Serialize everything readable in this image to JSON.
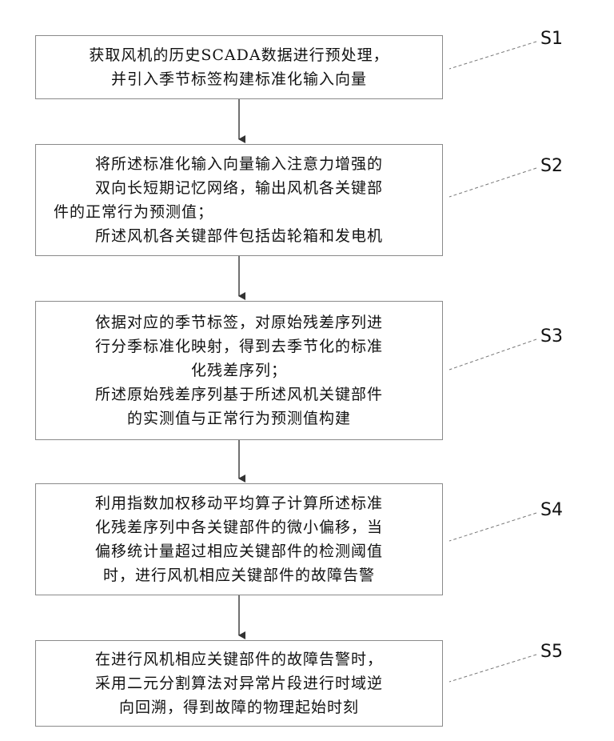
{
  "steps": [
    {
      "label": "S1",
      "lines": [
        "获取风机的历史SCADA数据进行预处理，",
        "并引入季节标签构建标准化输入向量"
      ]
    },
    {
      "label": "S2",
      "lines": [
        "将所述标准化输入向量输入注意力增强的",
        "双向长短期记忆网络，输出风机各关键部",
        "件的正常行为预测值；",
        "所述风机各关键部件包括齿轮箱和发电机"
      ]
    },
    {
      "label": "S3",
      "lines": [
        "依据对应的季节标签，对原始残差序列进",
        "行分季标准化映射，得到去季节化的标准",
        "化残差序列；",
        "所述原始残差序列基于所述风机关键部件",
        "的实测值与正常行为预测值构建"
      ]
    },
    {
      "label": "S4",
      "lines": [
        "利用指数加权移动平均算子计算所述标准",
        "化残差序列中各关键部件的微小偏移，当",
        "偏移统计量超过相应关键部件的检测阈值",
        "时，进行风机相应关键部件的故障告警"
      ]
    },
    {
      "label": "S5",
      "lines": [
        "在进行风机相应关键部件的故障告警时，",
        "采用二元分割算法对异常片段进行时域逆",
        "向回溯，得到故障的物理起始时刻"
      ]
    }
  ]
}
